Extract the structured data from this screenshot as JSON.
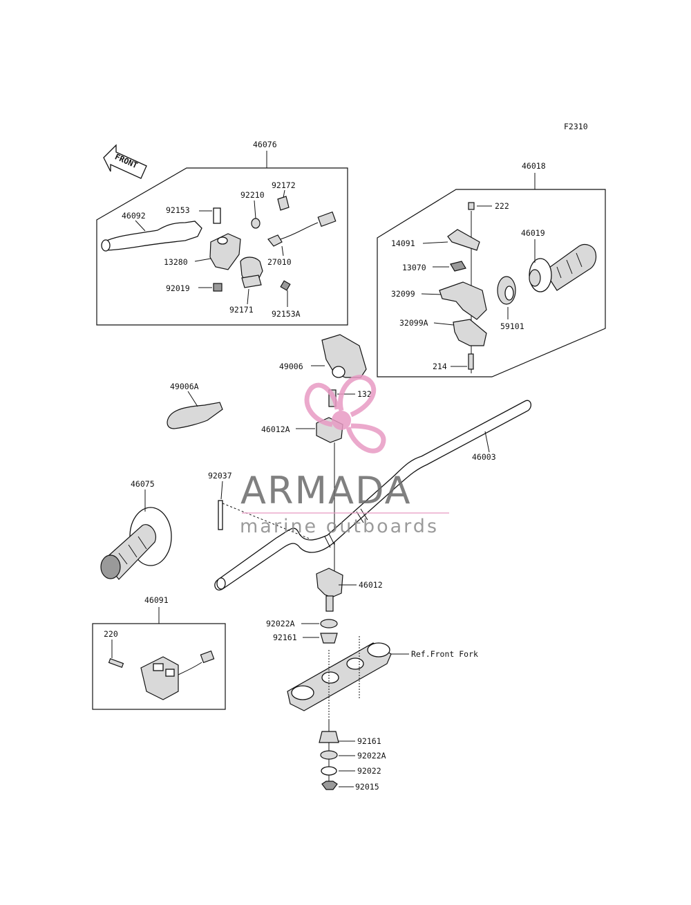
{
  "figure_code": "F2310",
  "front_arrow_text": "FRONT",
  "watermark": {
    "brand": "ARMADA",
    "tagline": "marine outboards",
    "logo_color": "#e89bc4",
    "text_color": "#6b6b6b"
  },
  "reference_text": "Ref.Front Fork",
  "part_labels": {
    "p46076": "46076",
    "p46092": "46092",
    "p92153": "92153",
    "p92210": "92210",
    "p92172": "92172",
    "p13280": "13280",
    "p27010": "27010",
    "p92019": "92019",
    "p92171": "92171",
    "p92153A": "92153A",
    "p46018": "46018",
    "p222": "222",
    "p14091": "14091",
    "p46019": "46019",
    "p13070": "13070",
    "p32099": "32099",
    "p59101": "59101",
    "p32099A": "32099A",
    "p214": "214",
    "p49006": "49006",
    "p49006A": "49006A",
    "p132": "132",
    "p46012A": "46012A",
    "p46003": "46003",
    "p92037": "92037",
    "p46075": "46075",
    "p46012": "46012",
    "p46091": "46091",
    "p92022A_top": "92022A",
    "p92161_top": "92161",
    "p220": "220",
    "p92161_bot": "92161",
    "p92022A_bot": "92022A",
    "p92022": "92022",
    "p92015": "92015"
  }
}
